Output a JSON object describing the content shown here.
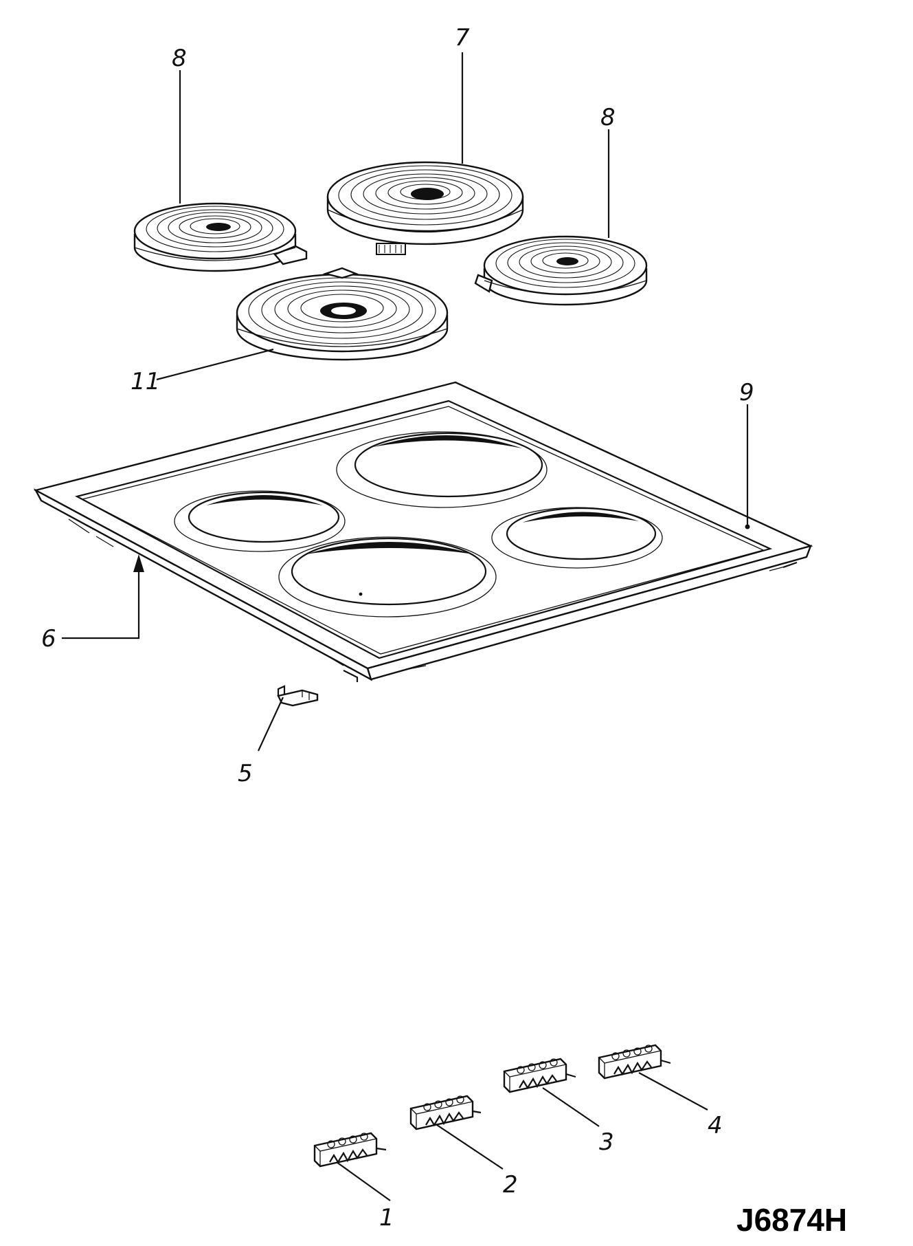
{
  "drawing_code": "J6874H",
  "callouts": {
    "c1": "1",
    "c2": "2",
    "c3": "3",
    "c4": "4",
    "c5": "5",
    "c6": "6",
    "c7": "7",
    "c8a": "8",
    "c8b": "8",
    "c9": "9",
    "c11": "11"
  }
}
